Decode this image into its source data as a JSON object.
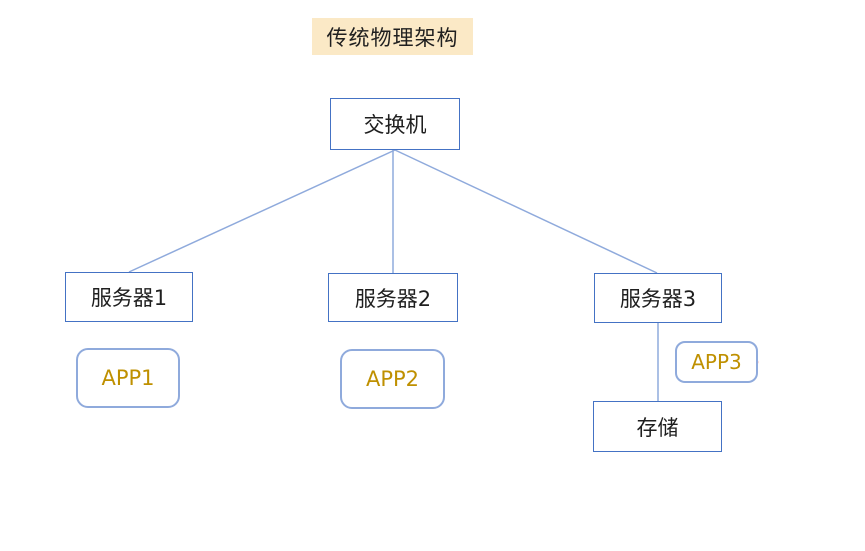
{
  "diagram": {
    "title": "传统物理架构",
    "nodes": {
      "switch": {
        "label": "交换机",
        "shape": "rect"
      },
      "server1": {
        "label": "服务器1",
        "shape": "rect"
      },
      "server2": {
        "label": "服务器2",
        "shape": "rect"
      },
      "server3": {
        "label": "服务器3",
        "shape": "rect",
        "annotation": "crossed-out"
      },
      "app1": {
        "label": "APP1",
        "shape": "rounded"
      },
      "app2": {
        "label": "APP2",
        "shape": "rounded"
      },
      "app3": {
        "label": "APP3",
        "shape": "rounded",
        "annotation": "crossed-out"
      },
      "storage": {
        "label": "存储",
        "shape": "rect"
      }
    },
    "edges": [
      {
        "from": "switch",
        "to": "server1"
      },
      {
        "from": "switch",
        "to": "server2"
      },
      {
        "from": "switch",
        "to": "server3"
      },
      {
        "from": "server3",
        "to": "storage"
      }
    ],
    "colors": {
      "box_border": "#4472C4",
      "rounded_border": "#8FAADC",
      "connector": "#8FAADC",
      "title_bg": "#FBE9C6",
      "app_text": "#BF9000",
      "cross_out": "#ED1C24",
      "text": "#1F1F1F"
    }
  }
}
